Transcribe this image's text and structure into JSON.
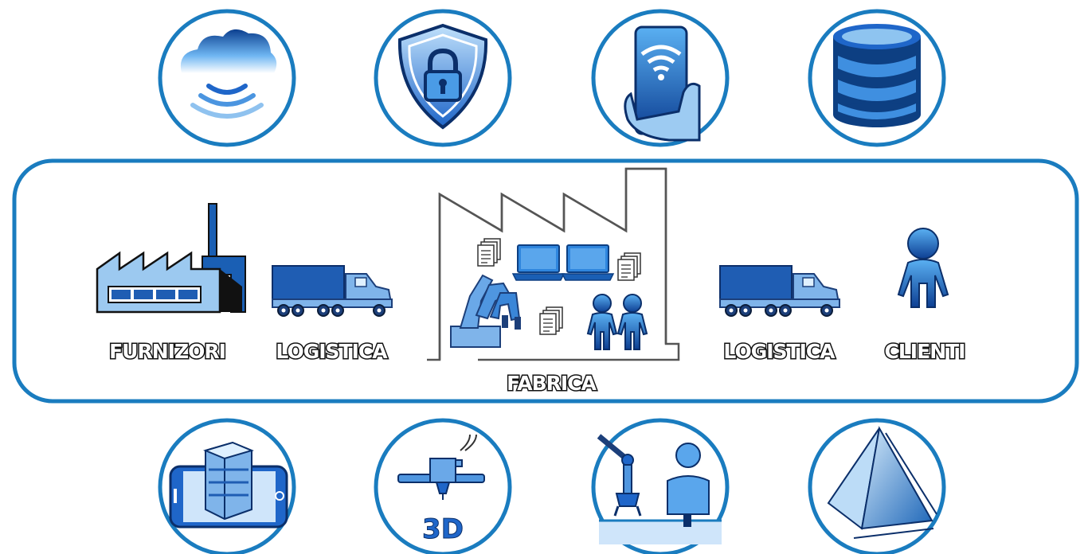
{
  "colors": {
    "ring": "#1a7cbf",
    "light_blue": "#8ec4f0",
    "mid_blue": "#3d8fe0",
    "dark_blue": "#0f3a82",
    "truck_blue": "#1f5db3",
    "outline": "#222222"
  },
  "labels": {
    "suppliers": "FURNIZORI",
    "logistics_in": "LOGISTICA",
    "factory": "FABRICA",
    "logistics_out": "LOGISTICA",
    "clients": "CLIENTI"
  },
  "top_icons": [
    "cloud-icon",
    "security-shield-icon",
    "smartphone-wifi-icon",
    "database-icon"
  ],
  "bottom_icons": [
    "augmented-reality-icon",
    "3d-printer-icon",
    "robot-human-collaboration-icon",
    "pyramid-simulation-icon"
  ]
}
